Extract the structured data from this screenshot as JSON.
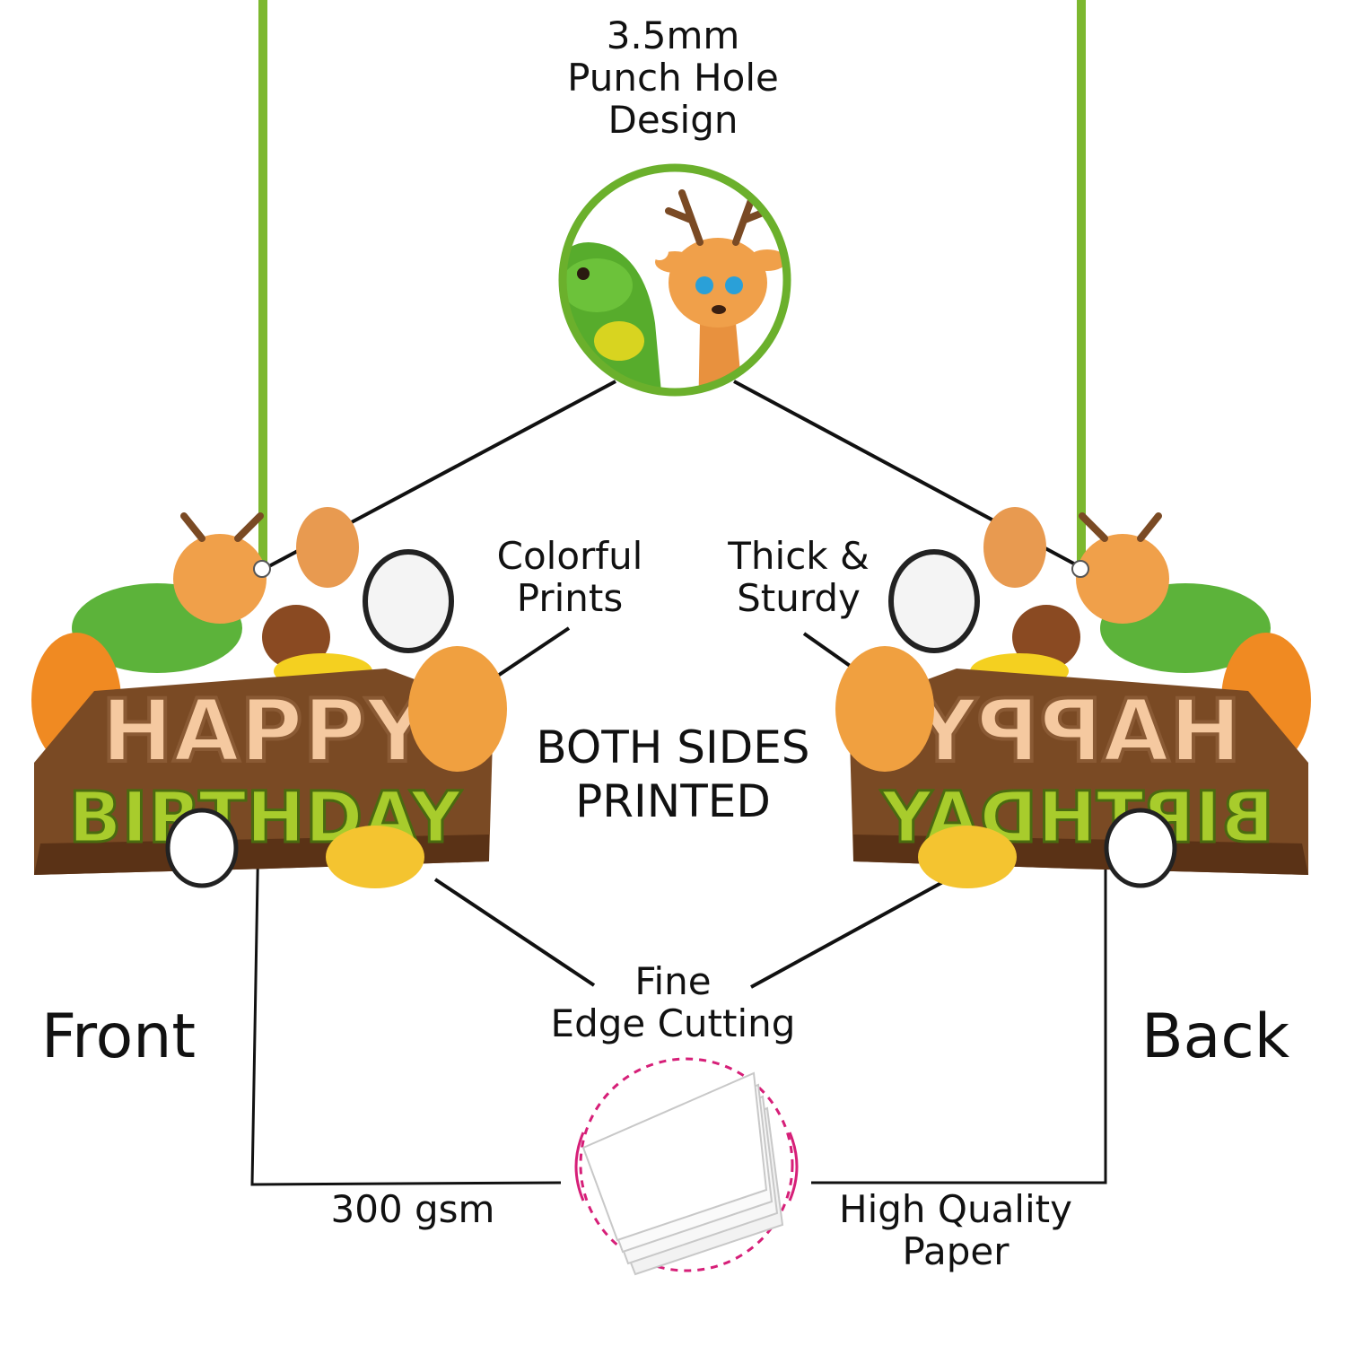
{
  "labels": {
    "punch_hole": "3.5mm\nPunch Hole\nDesign",
    "colorful": "Colorful\nPrints",
    "thick": "Thick &\nSturdy",
    "both_sides": "BOTH SIDES\nPRINTED",
    "fine_edge": "Fine\nEdge Cutting",
    "front": "Front",
    "back": "Back",
    "gsm": "300 gsm",
    "paper": "High Quality\nPaper"
  },
  "sign": {
    "line1": "HAPPY",
    "line2": "BIRTHDAY"
  },
  "colors": {
    "string_green": "#7cb82f",
    "board_brown": "#7a4a24",
    "letter_peach": "#f5c9a0",
    "letter_green": "#a8cc2c",
    "line_black": "#111111",
    "dash_pink": "#d61f78"
  }
}
